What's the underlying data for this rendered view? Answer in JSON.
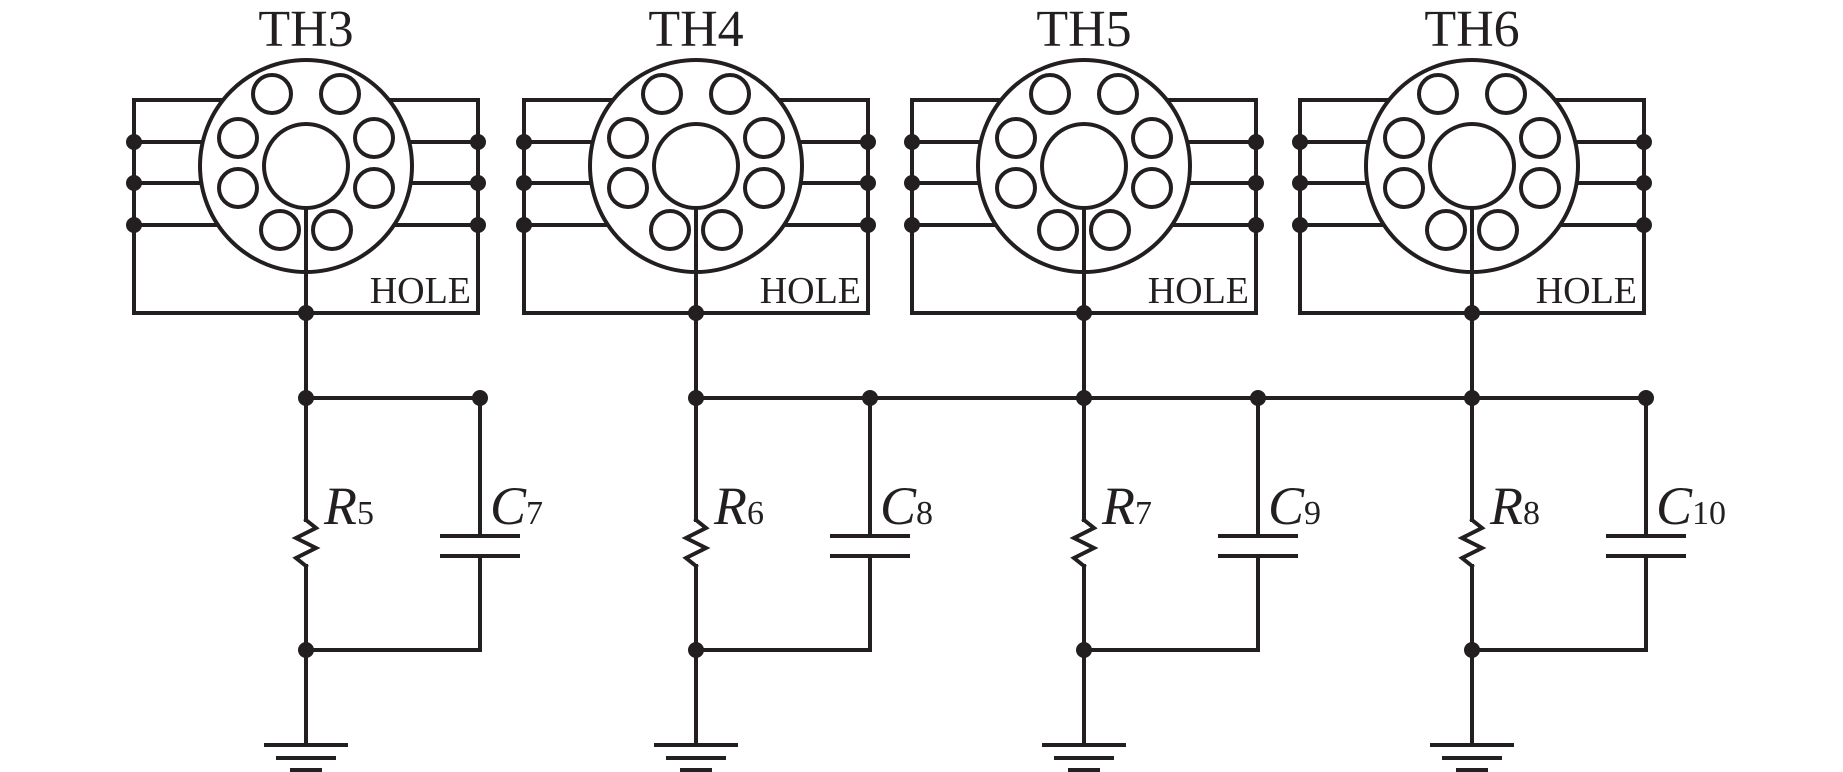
{
  "diagram": {
    "sections": [
      {
        "title": "TH3",
        "hole_label": "HOLE",
        "resistor": {
          "letter": "R",
          "number": "5"
        },
        "capacitor": {
          "letter": "C",
          "number": "7"
        }
      },
      {
        "title": "TH4",
        "hole_label": "HOLE",
        "resistor": {
          "letter": "R",
          "number": "6"
        },
        "capacitor": {
          "letter": "C",
          "number": "8"
        }
      },
      {
        "title": "TH5",
        "hole_label": "HOLE",
        "resistor": {
          "letter": "R",
          "number": "7"
        },
        "capacitor": {
          "letter": "C",
          "number": "9"
        }
      },
      {
        "title": "TH6",
        "hole_label": "HOLE",
        "resistor": {
          "letter": "R",
          "number": "8"
        },
        "capacitor": {
          "letter": "C",
          "number": "10"
        }
      }
    ]
  },
  "colors": {
    "line": "#231f20",
    "background": "#ffffff"
  }
}
